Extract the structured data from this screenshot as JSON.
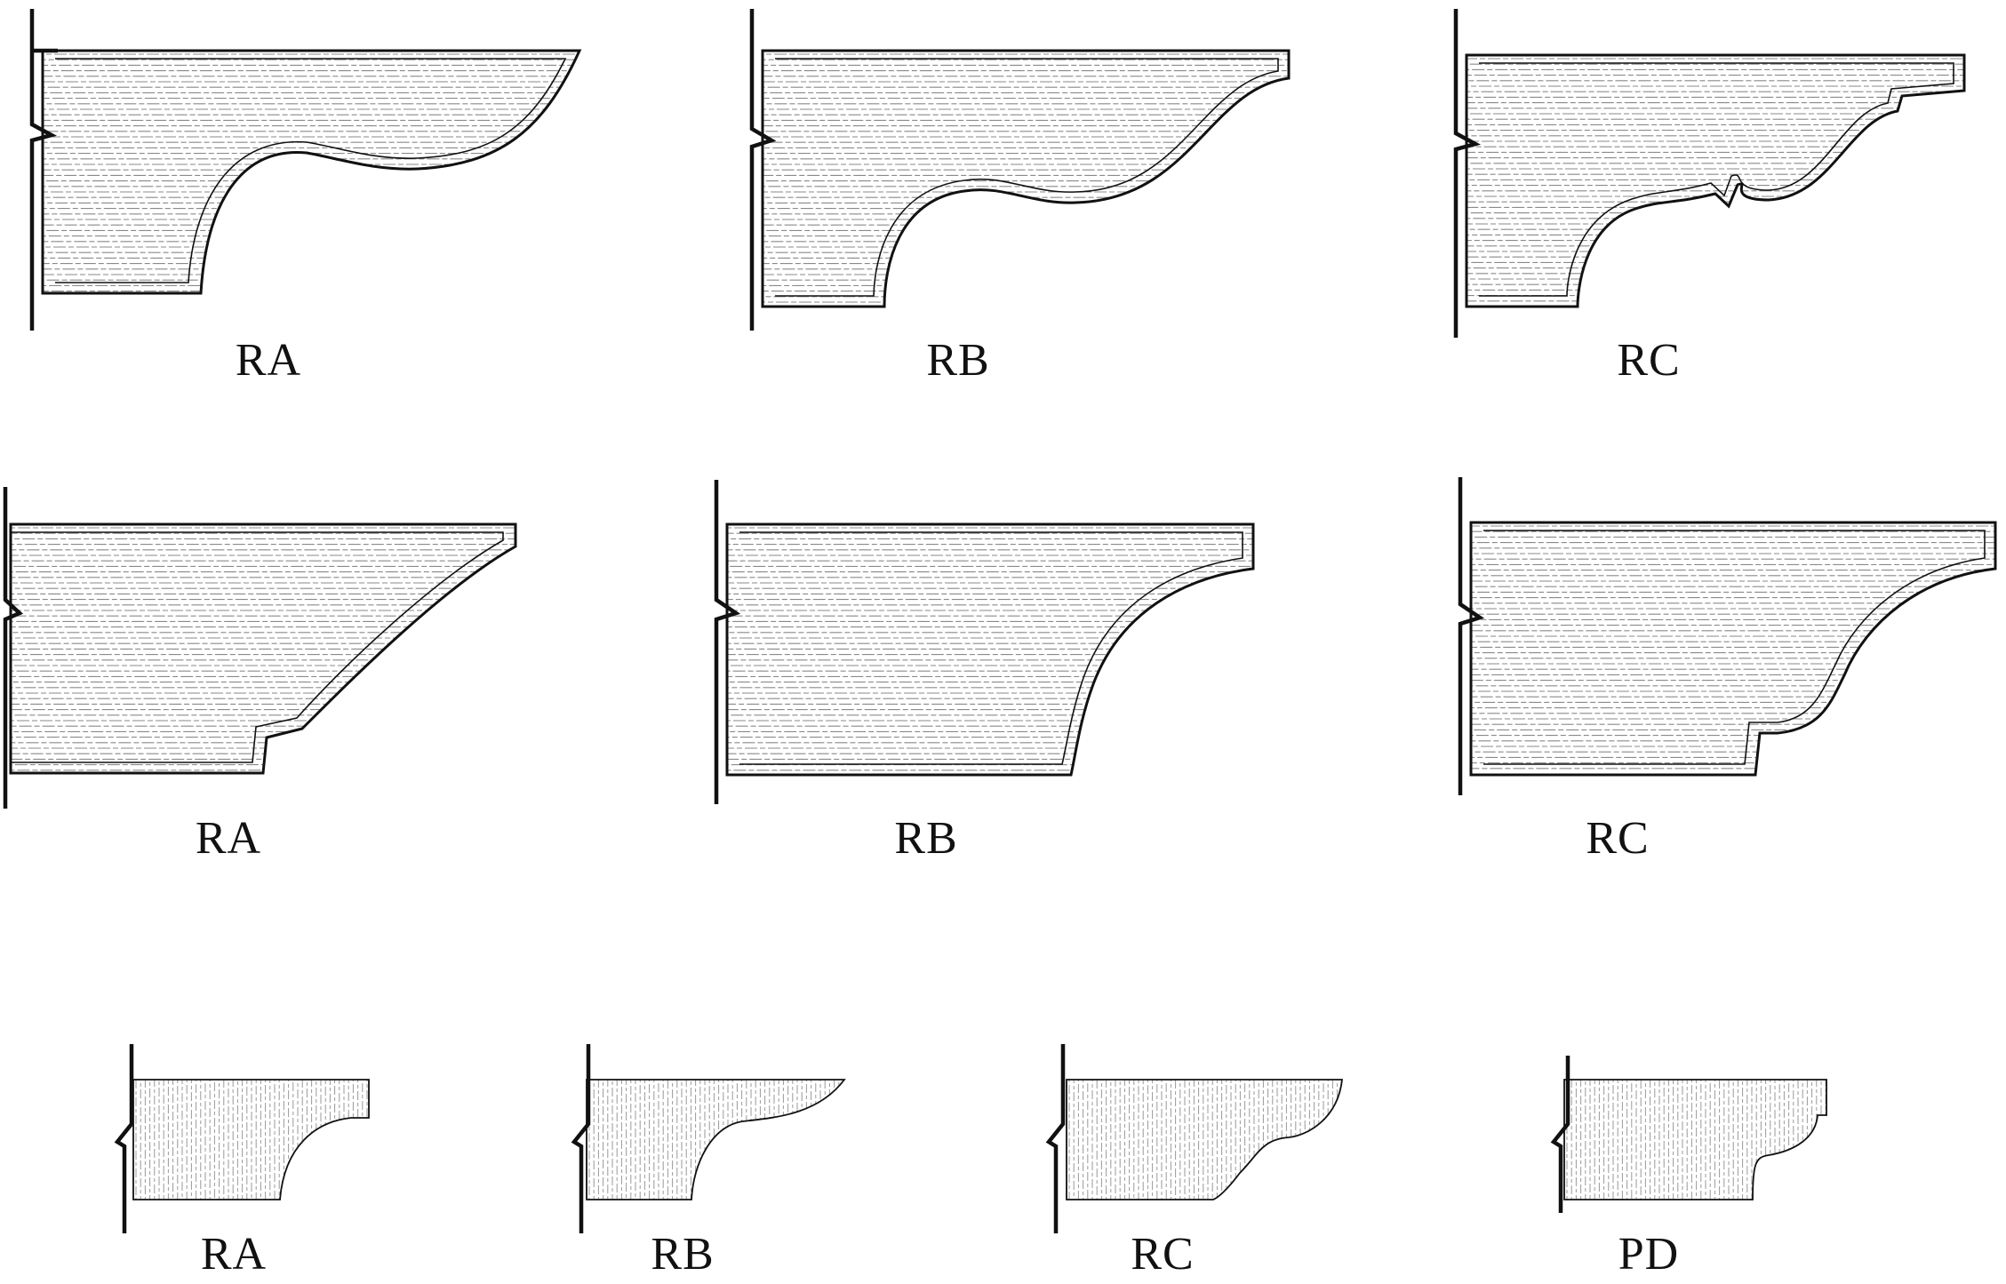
{
  "figure": {
    "rows": [
      {
        "row_name": "large-crown-row-1",
        "grain": "horizontal",
        "profiles": [
          {
            "id": "p1",
            "label": "RA"
          },
          {
            "id": "p2",
            "label": "RB"
          },
          {
            "id": "p3",
            "label": "RC"
          }
        ]
      },
      {
        "row_name": "large-crown-row-2",
        "grain": "horizontal",
        "profiles": [
          {
            "id": "p4",
            "label": "RA"
          },
          {
            "id": "p5",
            "label": "RB"
          },
          {
            "id": "p6",
            "label": "RC"
          }
        ]
      },
      {
        "row_name": "small-crown-row",
        "grain": "vertical",
        "profiles": [
          {
            "id": "p7",
            "label": "RA"
          },
          {
            "id": "p8",
            "label": "RB"
          },
          {
            "id": "p9",
            "label": "RC"
          },
          {
            "id": "p10",
            "label": "PD"
          }
        ]
      }
    ],
    "colors": {
      "line": "#111111",
      "hatch": "#8a8a8a",
      "background": "#ffffff"
    }
  }
}
